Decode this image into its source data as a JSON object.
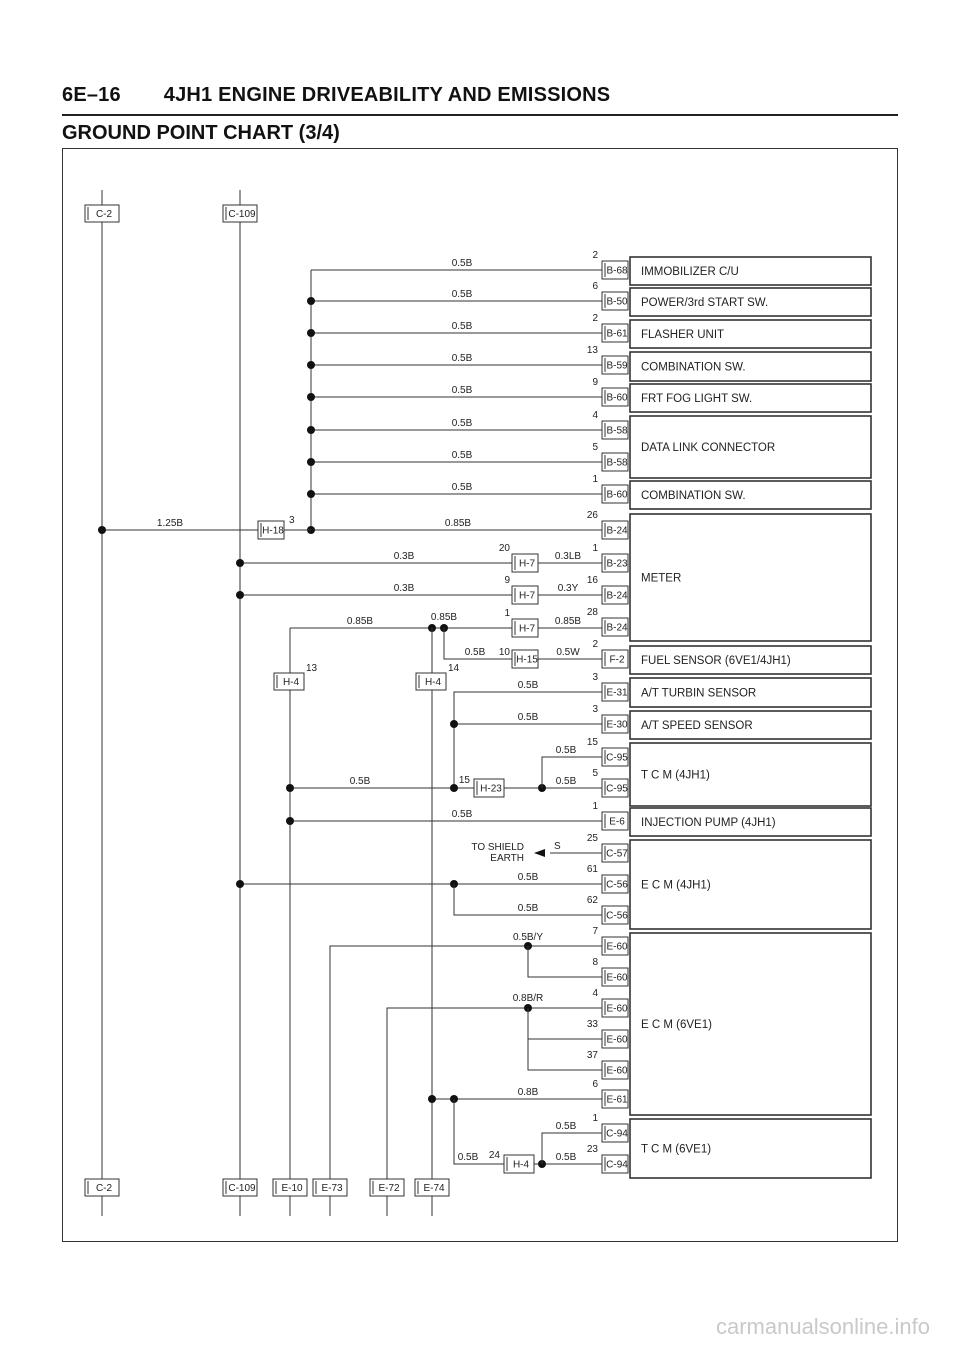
{
  "header": {
    "section": "6E–16",
    "title": "4JH1 ENGINE DRIVEABILITY AND EMISSIONS"
  },
  "subtitle": "GROUND POINT CHART (3/4)",
  "watermark": "carmanualsonline.info",
  "ground_points": {
    "top": [
      "C-2",
      "C-109"
    ],
    "bottom": [
      "C-2",
      "C-109",
      "E-10",
      "E-73",
      "E-72",
      "E-74"
    ]
  },
  "splices": {
    "h18": "H-18",
    "h18_pin": "3",
    "h4a": "H-4",
    "h4a_pin": "13",
    "h4b": "H-4",
    "h4b_pin": "14",
    "h23": "H-23",
    "h23_pin": "15",
    "h4c": "H-4",
    "h4c_pin": "24",
    "shield": [
      "TO SHIELD",
      "EARTH"
    ],
    "shield_pin": "S"
  },
  "wires": {
    "feed_c2": "1.25B",
    "feed_h18": "0.85B",
    "h4a": "0.85B",
    "h4b": "0.85B",
    "h23_in": "0.5B",
    "h23_up": "0.5B",
    "h23_dn": "0.5B",
    "e6": "0.5B",
    "h4c_in": "0.5B",
    "h4c_up": "0.5B",
    "h4c_dn": "0.5B",
    "e61": "0.8B",
    "e60a": "0.5B/Y",
    "e60b": "0.8B/R"
  },
  "rows": [
    {
      "conn": "B-68",
      "pin": "2",
      "wire": "0.5B",
      "inline": null,
      "inpin": null,
      "wire2": null
    },
    {
      "conn": "B-50",
      "pin": "6",
      "wire": "0.5B",
      "inline": null,
      "inpin": null,
      "wire2": null
    },
    {
      "conn": "B-61",
      "pin": "2",
      "wire": "0.5B",
      "inline": null,
      "inpin": null,
      "wire2": null
    },
    {
      "conn": "B-59",
      "pin": "13",
      "wire": "0.5B",
      "inline": null,
      "inpin": null,
      "wire2": null
    },
    {
      "conn": "B-60",
      "pin": "9",
      "wire": "0.5B",
      "inline": null,
      "inpin": null,
      "wire2": null
    },
    {
      "conn": "B-58",
      "pin": "4",
      "wire": "0.5B",
      "inline": null,
      "inpin": null,
      "wire2": null
    },
    {
      "conn": "B-58",
      "pin": "5",
      "wire": "0.5B",
      "inline": null,
      "inpin": null,
      "wire2": null
    },
    {
      "conn": "B-60",
      "pin": "1",
      "wire": "0.5B",
      "inline": null,
      "inpin": null,
      "wire2": null
    },
    {
      "conn": "B-24",
      "pin": "26",
      "wire": null,
      "inline": null,
      "inpin": null,
      "wire2": null
    },
    {
      "conn": "B-23",
      "pin": "1",
      "wire": "0.3B",
      "inline": "H-7",
      "inpin": "20",
      "wire2": "0.3LB"
    },
    {
      "conn": "B-24",
      "pin": "16",
      "wire": "0.3B",
      "inline": "H-7",
      "inpin": "9",
      "wire2": "0.3Y"
    },
    {
      "conn": "B-24",
      "pin": "28",
      "wire": null,
      "inline": "H-7",
      "inpin": "1",
      "wire2": "0.85B"
    },
    {
      "conn": "F-2",
      "pin": "2",
      "wire": "0.5B",
      "inline": "H-15",
      "inpin": "10",
      "wire2": "0.5W"
    },
    {
      "conn": "E-31",
      "pin": "3",
      "wire": "0.5B",
      "inline": null,
      "inpin": null,
      "wire2": null
    },
    {
      "conn": "E-30",
      "pin": "3",
      "wire": "0.5B",
      "inline": null,
      "inpin": null,
      "wire2": null
    },
    {
      "conn": "C-95",
      "pin": "15",
      "wire": null,
      "inline": null,
      "inpin": null,
      "wire2": null
    },
    {
      "conn": "C-95",
      "pin": "5",
      "wire": null,
      "inline": null,
      "inpin": null,
      "wire2": null
    },
    {
      "conn": "E-6",
      "pin": "1",
      "wire": null,
      "inline": null,
      "inpin": null,
      "wire2": null
    },
    {
      "conn": "C-57",
      "pin": "25",
      "wire": null,
      "inline": null,
      "inpin": null,
      "wire2": null
    },
    {
      "conn": "C-56",
      "pin": "61",
      "wire": "0.5B",
      "inline": null,
      "inpin": null,
      "wire2": null
    },
    {
      "conn": "C-56",
      "pin": "62",
      "wire": "0.5B",
      "inline": null,
      "inpin": null,
      "wire2": null
    },
    {
      "conn": "E-60",
      "pin": "7",
      "wire": null,
      "inline": null,
      "inpin": null,
      "wire2": null
    },
    {
      "conn": "E-60",
      "pin": "8",
      "wire": null,
      "inline": null,
      "inpin": null,
      "wire2": null
    },
    {
      "conn": "E-60",
      "pin": "4",
      "wire": null,
      "inline": null,
      "inpin": null,
      "wire2": null
    },
    {
      "conn": "E-60",
      "pin": "33",
      "wire": null,
      "inline": null,
      "inpin": null,
      "wire2": null
    },
    {
      "conn": "E-60",
      "pin": "37",
      "wire": null,
      "inline": null,
      "inpin": null,
      "wire2": null
    },
    {
      "conn": "E-61",
      "pin": "6",
      "wire": null,
      "inline": null,
      "inpin": null,
      "wire2": null
    },
    {
      "conn": "C-94",
      "pin": "1",
      "wire": null,
      "inline": null,
      "inpin": null,
      "wire2": null
    },
    {
      "conn": "C-94",
      "pin": "23",
      "wire": null,
      "inline": null,
      "inpin": null,
      "wire2": null
    }
  ],
  "components": [
    "IMMOBILIZER C/U",
    "POWER/3rd START SW.",
    "FLASHER UNIT",
    "COMBINATION SW.",
    "FRT FOG LIGHT SW.",
    "DATA LINK CONNECTOR",
    "COMBINATION SW.",
    "METER",
    "FUEL SENSOR  (6VE1/4JH1)",
    "A/T TURBIN SENSOR",
    "A/T SPEED SENSOR",
    "T C M (4JH1)",
    "INJECTION PUMP (4JH1)",
    "E C M (4JH1)",
    "E C M (6VE1)",
    "T C M (6VE1)"
  ]
}
